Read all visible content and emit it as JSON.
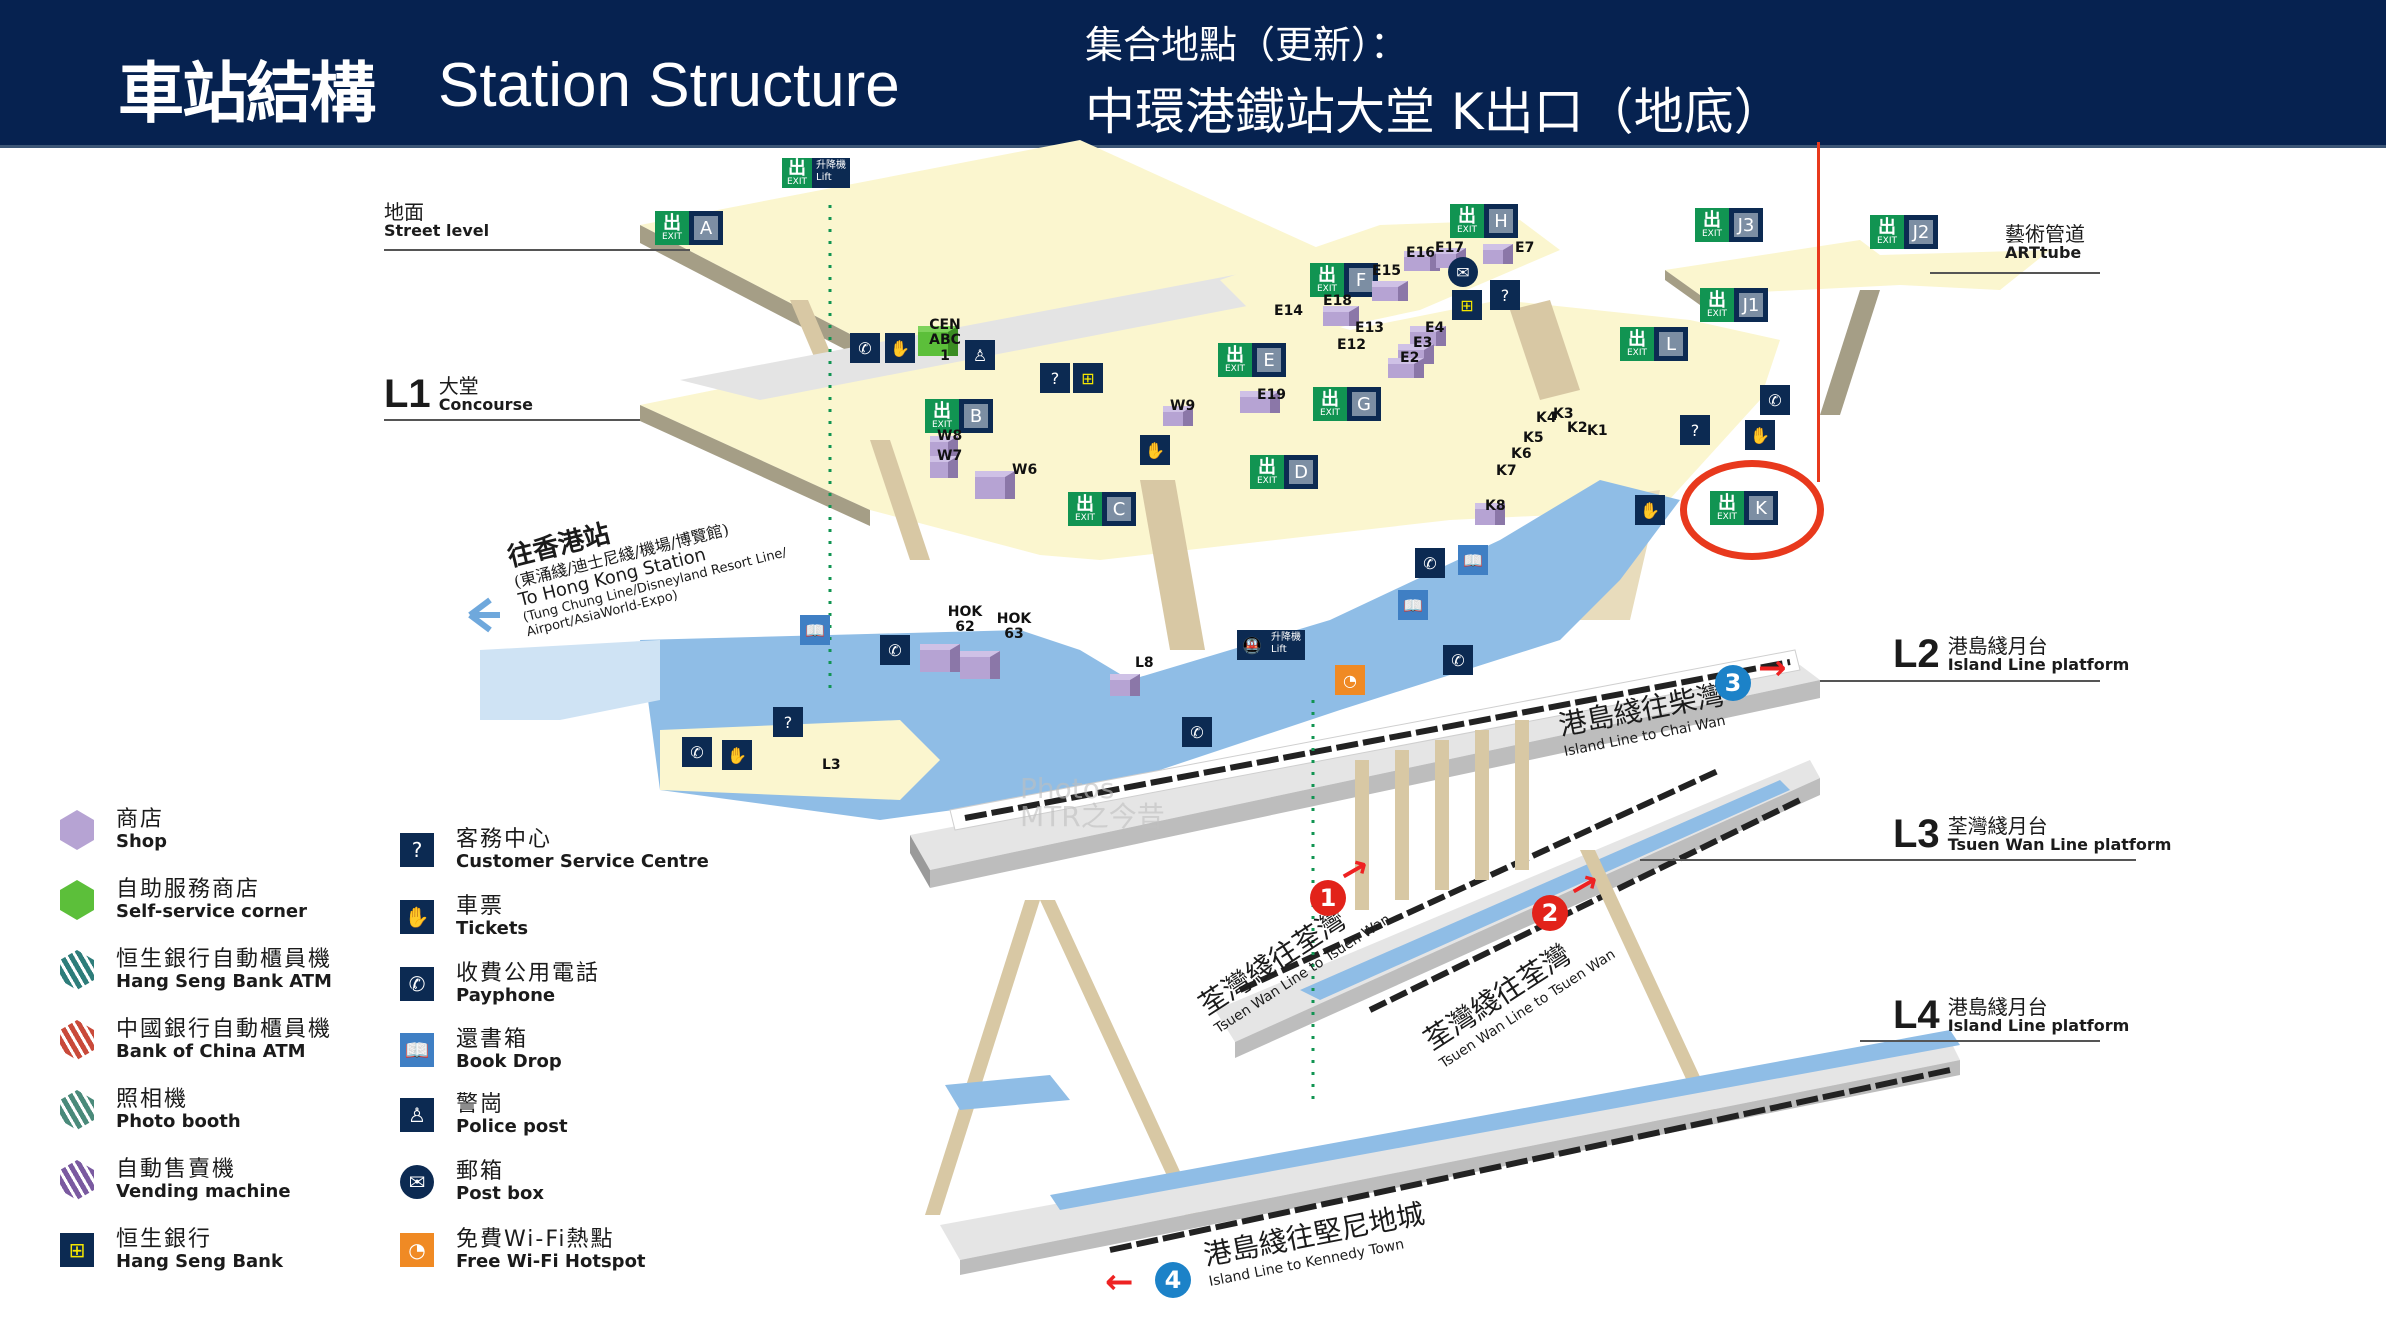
{
  "header": {
    "title_zh": "車站結構",
    "title_en": "Station Structure",
    "meeting_label": "集合地點（更新）：",
    "meeting_place": "中環港鐵站大堂 K出口（地底）"
  },
  "colors": {
    "header_bg": "#062250",
    "callout": "#e8391d",
    "exit_green": "#119452",
    "navy": "#0c2a52",
    "shop": "#b6a3d3",
    "self_service": "#5cbf3a",
    "concourse": "#fbf6cf",
    "platform_blue": "#8fbde6",
    "island_line": "#1c82c8",
    "tsuen_wan_line": "#e2231a"
  },
  "levels": [
    {
      "code": "",
      "zh": "地面",
      "en": "Street level"
    },
    {
      "code": "L1",
      "zh": "大堂",
      "en": "Concourse"
    },
    {
      "code": "",
      "zh": "藝術管道",
      "en": "ARTtube"
    },
    {
      "code": "L2",
      "zh": "港島綫月台",
      "en": "Island Line platform"
    },
    {
      "code": "L3",
      "zh": "荃灣綫月台",
      "en": "Tsuen Wan Line platform"
    },
    {
      "code": "L4",
      "zh": "港島綫月台",
      "en": "Island Line platform"
    }
  ],
  "exits": [
    "A",
    "B",
    "C",
    "D",
    "E",
    "F",
    "G",
    "H",
    "J3",
    "J2",
    "J1",
    "L",
    "K"
  ],
  "exit_word": "EXIT",
  "exit_glyph": "出",
  "lift": {
    "zh": "升降機",
    "en": "Lift"
  },
  "shops": [
    "CEN ABC 1",
    "W9",
    "W8",
    "W7",
    "W6",
    "E15",
    "E16",
    "E17",
    "E7",
    "E18",
    "E14",
    "E13",
    "E12",
    "E4",
    "E3",
    "E2",
    "E19",
    "K4",
    "K3",
    "K5",
    "K2",
    "K1",
    "K6",
    "K7",
    "K8",
    "HOK 62",
    "HOK 63",
    "L8",
    "L3"
  ],
  "to_hong_kong": {
    "zh": "往香港站",
    "zh_sub": "(東涌綫/迪士尼綫/機場/博覽館)",
    "en": "To Hong Kong Station",
    "en_sub1": "(Tung Chung Line/Disneyland Resort Line/",
    "en_sub2": "Airport/AsiaWorld-Expo)"
  },
  "platforms": [
    {
      "num": "3",
      "zh": "港島綫往柴灣",
      "en": "Island Line to Chai Wan",
      "direction": "right"
    },
    {
      "num": "1",
      "zh": "荃灣綫往荃灣",
      "en": "Tsuen Wan Line to Tsuen Wan",
      "direction": "right"
    },
    {
      "num": "2",
      "zh": "荃灣綫往荃灣",
      "en": "Tsuen Wan Line to Tsuen Wan",
      "direction": "right"
    },
    {
      "num": "4",
      "zh": "港島綫往堅尼地城",
      "en": "Island Line to Kennedy Town",
      "direction": "left"
    }
  ],
  "legend_left": [
    {
      "icon": "shop-icon",
      "zh": "商店",
      "en": "Shop",
      "color": "#b6a3d3"
    },
    {
      "icon": "self-service-icon",
      "zh": "自助服務商店",
      "en": "Self-service corner",
      "color": "#5cbf3a"
    },
    {
      "icon": "hang-seng-atm-icon",
      "zh": "恒生銀行自動櫃員機",
      "en": "Hang Seng Bank ATM",
      "color": "#2e7d7a"
    },
    {
      "icon": "boc-atm-icon",
      "zh": "中國銀行自動櫃員機",
      "en": "Bank of China ATM",
      "color": "#c94a3a"
    },
    {
      "icon": "photo-booth-icon",
      "zh": "照相機",
      "en": "Photo booth",
      "color": "#4a8a7a"
    },
    {
      "icon": "vending-icon",
      "zh": "自動售賣機",
      "en": "Vending machine",
      "color": "#7a5aa0"
    },
    {
      "icon": "hang-seng-bank-icon",
      "zh": "恒生銀行",
      "en": "Hang Seng Bank",
      "color": "#0c2a52"
    }
  ],
  "legend_right": [
    {
      "icon": "customer-service-icon",
      "zh": "客務中心",
      "en": "Customer Service Centre",
      "glyph": "?"
    },
    {
      "icon": "tickets-icon",
      "zh": "車票",
      "en": "Tickets",
      "glyph": "✋"
    },
    {
      "icon": "payphone-icon",
      "zh": "收費公用電話",
      "en": "Payphone",
      "glyph": "✆"
    },
    {
      "icon": "book-drop-icon",
      "zh": "還書箱",
      "en": "Book Drop",
      "glyph": "📖"
    },
    {
      "icon": "police-icon",
      "zh": "警崗",
      "en": "Police post",
      "glyph": "♙"
    },
    {
      "icon": "post-box-icon",
      "zh": "郵箱",
      "en": "Post box",
      "glyph": "✉"
    },
    {
      "icon": "wifi-icon",
      "zh": "免費Wi-Fi熱點",
      "en": "Free Wi-Fi Hotspot",
      "glyph": "◔"
    }
  ],
  "watermark": {
    "line1": "Photos",
    "line2": "MTR之今昔"
  }
}
